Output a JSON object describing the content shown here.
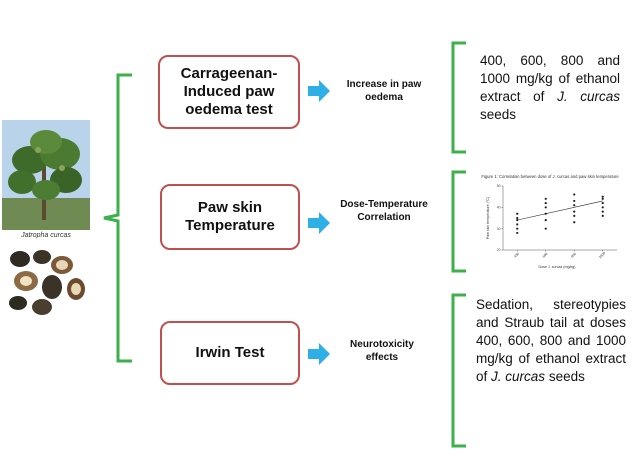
{
  "plant": {
    "caption": "Jatropha curcas"
  },
  "tests": [
    {
      "label": "Carrageenan-Induced paw oedema test",
      "outcome": "Increase in paw oedema"
    },
    {
      "label": "Paw skin Temperature",
      "outcome": "Dose-Temperature Correlation"
    },
    {
      "label": "Irwin Test",
      "outcome": "Neurotoxicity effects"
    }
  ],
  "results": {
    "oedema": {
      "text": "400, 600, 800 and 1000 mg/kg of ethanol extract of",
      "italic": "J. curcas",
      "tail": "seeds"
    },
    "irwin": {
      "text": "Sedation, stereotypies and Straub tail at doses 400, 600, 800 and 1000 mg/kg of ethanol extract of",
      "italic": "J. curcas",
      "tail": "seeds"
    }
  },
  "colors": {
    "brace": "#3db04b",
    "box_border": "#c0504d",
    "arrow": "#2eb0e6"
  },
  "chart_data": {
    "type": "scatter",
    "title": "Figure 1: Correlation between dose of J. curcas and paw skin temperature",
    "xlabel": "Dose J. curcas (mg/kg)",
    "ylabel": "Paw skin temperature (°C)",
    "categories": [
      "400",
      "600",
      "800",
      "1000"
    ],
    "ylim": [
      20,
      50
    ],
    "yticks": [
      "20",
      "30",
      "40",
      "50"
    ],
    "points": [
      [
        400,
        28
      ],
      [
        400,
        30
      ],
      [
        400,
        32
      ],
      [
        400,
        34
      ],
      [
        400,
        35
      ],
      [
        400,
        37
      ],
      [
        600,
        30
      ],
      [
        600,
        34
      ],
      [
        600,
        37
      ],
      [
        600,
        40
      ],
      [
        600,
        42
      ],
      [
        600,
        44
      ],
      [
        800,
        33
      ],
      [
        800,
        36
      ],
      [
        800,
        38
      ],
      [
        800,
        41
      ],
      [
        800,
        43
      ],
      [
        800,
        46
      ],
      [
        1000,
        36
      ],
      [
        1000,
        38
      ],
      [
        1000,
        40
      ],
      [
        1000,
        42
      ],
      [
        1000,
        44
      ],
      [
        1000,
        45
      ]
    ],
    "trend": [
      [
        400,
        34
      ],
      [
        1000,
        43
      ]
    ]
  }
}
